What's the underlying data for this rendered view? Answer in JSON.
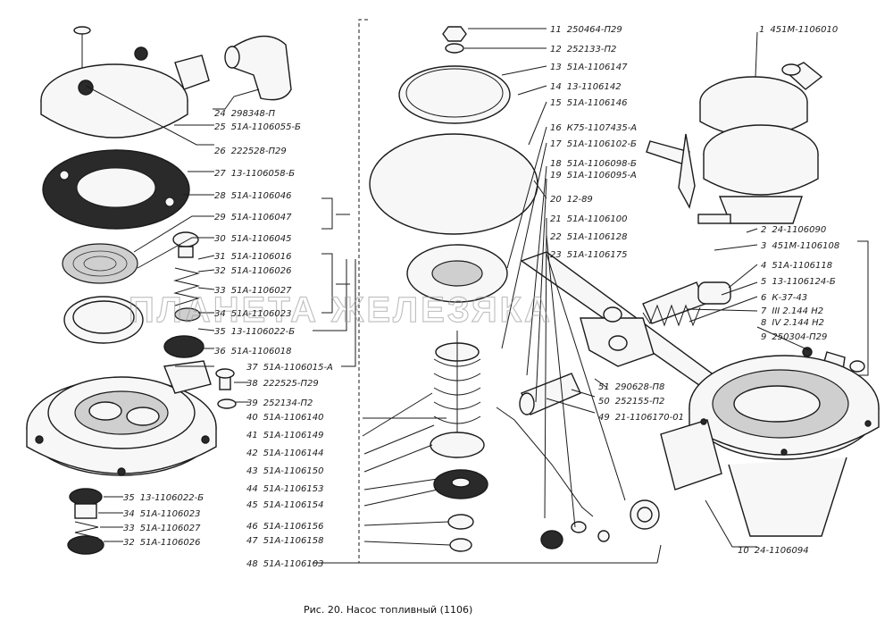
{
  "watermark": "ПЛАНЕТА ЖЕЛЕЗЯКА",
  "caption": "Рис. 20. Насос топливный (1106)",
  "labels": [
    {
      "num": "1",
      "code": "451М-1106010"
    },
    {
      "num": "2",
      "code": "24-1106090"
    },
    {
      "num": "3",
      "code": "451М-1106108"
    },
    {
      "num": "4",
      "code": "51А-1106118"
    },
    {
      "num": "5",
      "code": "13-1106124-Б"
    },
    {
      "num": "6",
      "code": "К-37-43"
    },
    {
      "num": "7",
      "code": "III 2.144 Н2"
    },
    {
      "num": "8",
      "code": "IV 2.144 Н2"
    },
    {
      "num": "9",
      "code": "250304-П29"
    },
    {
      "num": "10",
      "code": "24-1106094"
    },
    {
      "num": "11",
      "code": "250464-П29"
    },
    {
      "num": "12",
      "code": "252133-П2"
    },
    {
      "num": "13",
      "code": "51А-1106147"
    },
    {
      "num": "14",
      "code": "13-1106142"
    },
    {
      "num": "15",
      "code": "51А-1106146"
    },
    {
      "num": "16",
      "code": "К75-1107435-А"
    },
    {
      "num": "17",
      "code": "51А-1106102-Б"
    },
    {
      "num": "18",
      "code": "51А-1106098-Б"
    },
    {
      "num": "19",
      "code": "51А-1106095-А"
    },
    {
      "num": "20",
      "code": "12-89"
    },
    {
      "num": "21",
      "code": "51А-1106100"
    },
    {
      "num": "22",
      "code": "51А-1106128"
    },
    {
      "num": "23",
      "code": "51А-1106175"
    },
    {
      "num": "24",
      "code": "298348-П"
    },
    {
      "num": "25",
      "code": "51А-1106055-Б"
    },
    {
      "num": "26",
      "code": "222528-П29"
    },
    {
      "num": "27",
      "code": "13-1106058-Б"
    },
    {
      "num": "28",
      "code": "51А-1106046"
    },
    {
      "num": "29",
      "code": "51А-1106047"
    },
    {
      "num": "30",
      "code": "51А-1106045"
    },
    {
      "num": "31",
      "code": "51А-1106016"
    },
    {
      "num": "32",
      "code": "51А-1106026"
    },
    {
      "num": "33",
      "code": "51А-1106027"
    },
    {
      "num": "34",
      "code": "51А-1106023"
    },
    {
      "num": "35",
      "code": "13-1106022-Б"
    },
    {
      "num": "36",
      "code": "51А-1106018"
    },
    {
      "num": "37",
      "code": "51А-1106015-А"
    },
    {
      "num": "38",
      "code": "222525-П29"
    },
    {
      "num": "39",
      "code": "252134-П2"
    },
    {
      "num": "40",
      "code": "51А-1106140"
    },
    {
      "num": "41",
      "code": "51А-1106149"
    },
    {
      "num": "42",
      "code": "51А-1106144"
    },
    {
      "num": "43",
      "code": "51А-1106150"
    },
    {
      "num": "44",
      "code": "51А-1106153"
    },
    {
      "num": "45",
      "code": "51А-1106154"
    },
    {
      "num": "46",
      "code": "51А-1106156"
    },
    {
      "num": "47",
      "code": "51А-1106158"
    },
    {
      "num": "48",
      "code": "51А-1106103"
    },
    {
      "num": "49",
      "code": "21-1106170-01"
    },
    {
      "num": "50",
      "code": "252155-П2"
    },
    {
      "num": "51",
      "code": "290628-П8"
    },
    {
      "num": "35",
      "code": "13-1106022-Б"
    },
    {
      "num": "34",
      "code": "51А-1106023"
    },
    {
      "num": "33",
      "code": "51А-1106027"
    },
    {
      "num": "32",
      "code": "51А-1106026"
    }
  ]
}
